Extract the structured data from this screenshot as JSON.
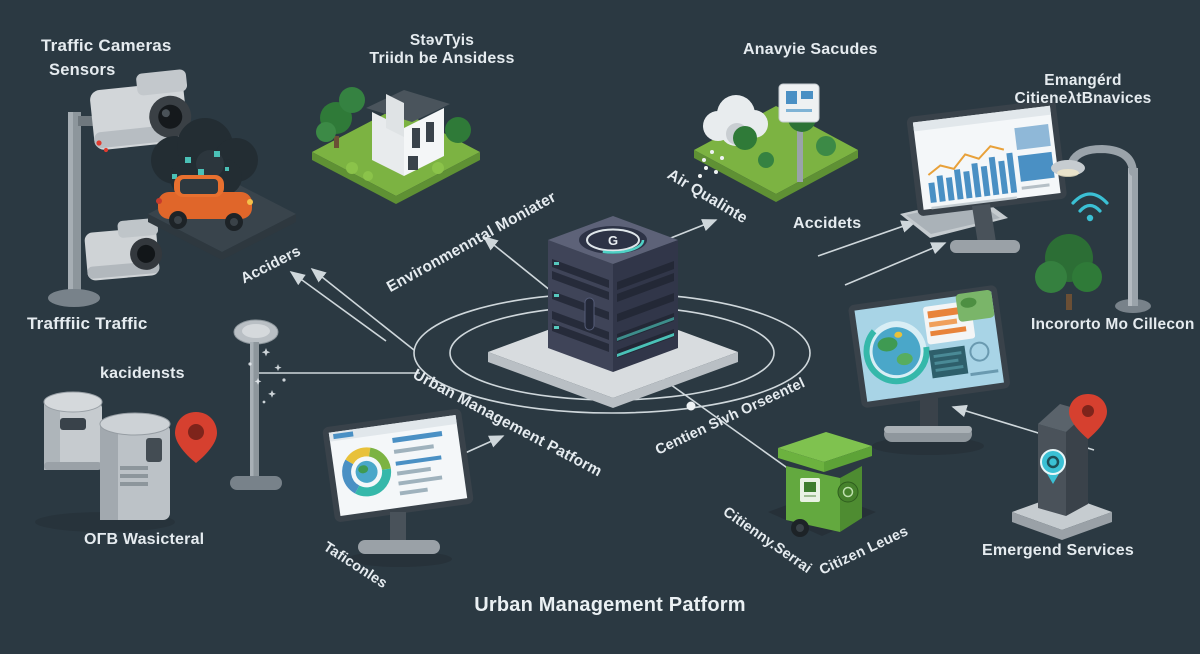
{
  "title": "Urban Management Patform",
  "colors": {
    "background": "#2b3942",
    "connector_line": "#dde5e9",
    "accent_teal": "#4fd1c5",
    "tile_green": "#7cb342",
    "alert_red": "#d6402f",
    "chart_blue": "#4a90c4",
    "bin_green": "#63a93f",
    "orange_car": "#e0662a"
  },
  "labels": {
    "traffic_cameras": "Traffic Cameras",
    "sensors": "Sensors",
    "top_center_1": "StəvTyis",
    "top_center_2": "Triidn be Ansidess",
    "analytics_top": "Anavyie Sacudes",
    "emergency_top_1": "Emangérd",
    "emergency_top_2": "CitieneλtBnavices",
    "traffic_left": "Trafffiic Traffic",
    "incidents_left": "kacidensts",
    "accidents_diag": "Acciders",
    "env_monitor_diag": "Environmenntal Moniater",
    "air_quality_diag": "Air Qualinte",
    "accidents_right": "Accidets",
    "platform_diag": "Urban Management Patform",
    "citizen_diag": "Centien Sivh Orseentel",
    "iot_right": "Incororto Mo Cillecon",
    "waste_left": "OΓB Wasicteral",
    "traffic_bottom_diag": "Taficonles",
    "citizen_bottom_1": "Citienny.Serrai",
    "citizen_bottom_2": "Citizen Leues",
    "emergency_bottom": "Emergend Services"
  },
  "server": {
    "logo_letter": "G"
  }
}
